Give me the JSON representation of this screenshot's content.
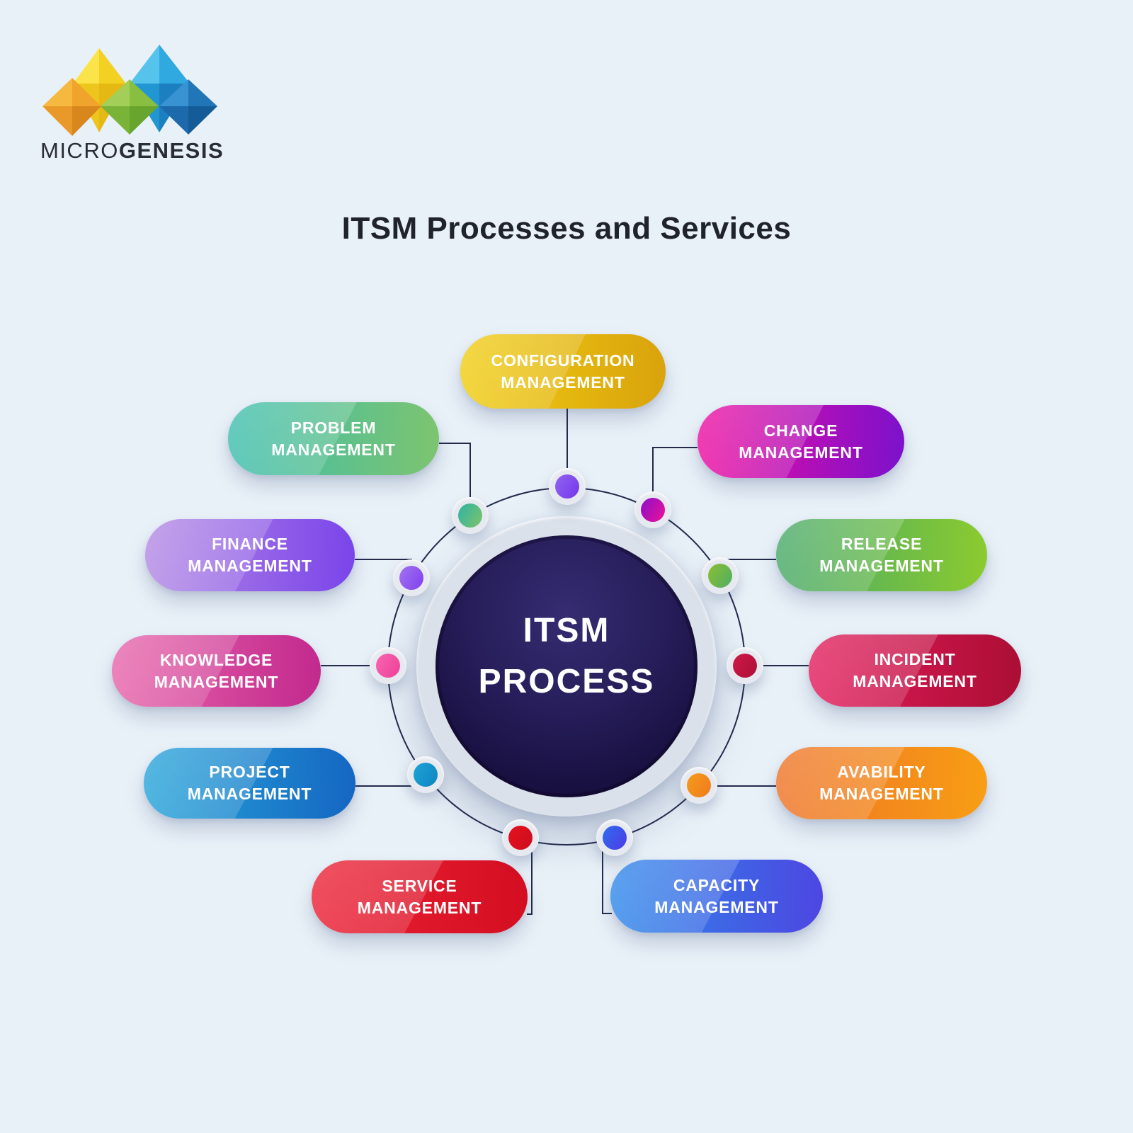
{
  "logo": {
    "brand_thin": "MICRO",
    "brand_bold": "GENESIS",
    "diamonds": {
      "yellow": [
        "#fae44a",
        "#f3d122",
        "#eec51c",
        "#e6b814"
      ],
      "light_blue": [
        "#55c3ec",
        "#2fa9e0",
        "#2196d2",
        "#1b7fc0"
      ],
      "orange": [
        "#f6b93f",
        "#f0a42c",
        "#e9992a",
        "#d8871c"
      ],
      "green": [
        "#a3cf58",
        "#88bf40",
        "#79b338",
        "#67a52e"
      ],
      "dark_blue": [
        "#3993d3",
        "#2176b8",
        "#1c6aab",
        "#145c98"
      ]
    }
  },
  "title": "ITSM Processes and Services",
  "center": {
    "line1": "ITSM",
    "line2": "PROCESS"
  },
  "colors": {
    "background": "#e9f1f8",
    "wire_line": "#232b4d",
    "title_text": "#20222c",
    "center_circle": "#1b1243",
    "center_text": "#ffffff"
  },
  "nodes": [
    {
      "id": "configuration",
      "line1": "CONFIGURATION",
      "line2": "MANAGEMENT",
      "pill_from": "#f0cd12",
      "pill_to": "#d9a30c",
      "dot_from": "#9165f2",
      "dot_to": "#7435ea"
    },
    {
      "id": "problem",
      "line1": "PROBLEM",
      "line2": "MANAGEMENT",
      "pill_from": "#3cbdae",
      "pill_to": "#7dc46f",
      "dot_from": "#2eb3a2",
      "dot_to": "#7fc46a"
    },
    {
      "id": "change",
      "line1": "CHANGE",
      "line2": "MANAGEMENT",
      "pill_from": "#ee0da0",
      "pill_to": "#7c11cc",
      "dot_from": "#8a0ecd",
      "dot_to": "#ee1295"
    },
    {
      "id": "finance",
      "line1": "FINANCE",
      "line2": "MANAGEMENT",
      "pill_from": "#b38ae4",
      "pill_to": "#7a44ea",
      "dot_from": "#a273f0",
      "dot_to": "#8040ee"
    },
    {
      "id": "release",
      "line1": "RELEASE",
      "line2": "MANAGEMENT",
      "pill_from": "#46a869",
      "pill_to": "#8ccb2f",
      "dot_from": "#8cbe32",
      "dot_to": "#4fae64"
    },
    {
      "id": "knowledge",
      "line1": "KNOWLEDGE",
      "line2": "MANAGEMENT",
      "pill_from": "#e765ab",
      "pill_to": "#c2298d",
      "dot_from": "#f765b0",
      "dot_to": "#ee4098"
    },
    {
      "id": "incident",
      "line1": "INCIDENT",
      "line2": "MANAGEMENT",
      "pill_from": "#e31c5c",
      "pill_to": "#ab0e34",
      "dot_from": "#cf1848",
      "dot_to": "#ab1038"
    },
    {
      "id": "project",
      "line1": "PROJECT",
      "line2": "MANAGEMENT",
      "pill_from": "#27a5d9",
      "pill_to": "#1566c2",
      "dot_from": "#1da4d6",
      "dot_to": "#0e84c2"
    },
    {
      "id": "avability",
      "line1": "AVABILITY",
      "line2": "MANAGEMENT",
      "pill_from": "#ee7226",
      "pill_to": "#f89e14",
      "dot_from": "#f69b1b",
      "dot_to": "#ef7b1e"
    },
    {
      "id": "service",
      "line1": "SERVICE",
      "line2": "MANAGEMENT",
      "pill_from": "#eb2136",
      "pill_to": "#d40e21",
      "dot_from": "#e5121f",
      "dot_to": "#cc0d1c"
    },
    {
      "id": "capacity",
      "line1": "CAPACITY",
      "line2": "MANAGEMENT",
      "pill_from": "#2f89ea",
      "pill_to": "#4d46e1",
      "dot_from": "#2f6cee",
      "dot_to": "#4c3be6"
    }
  ]
}
